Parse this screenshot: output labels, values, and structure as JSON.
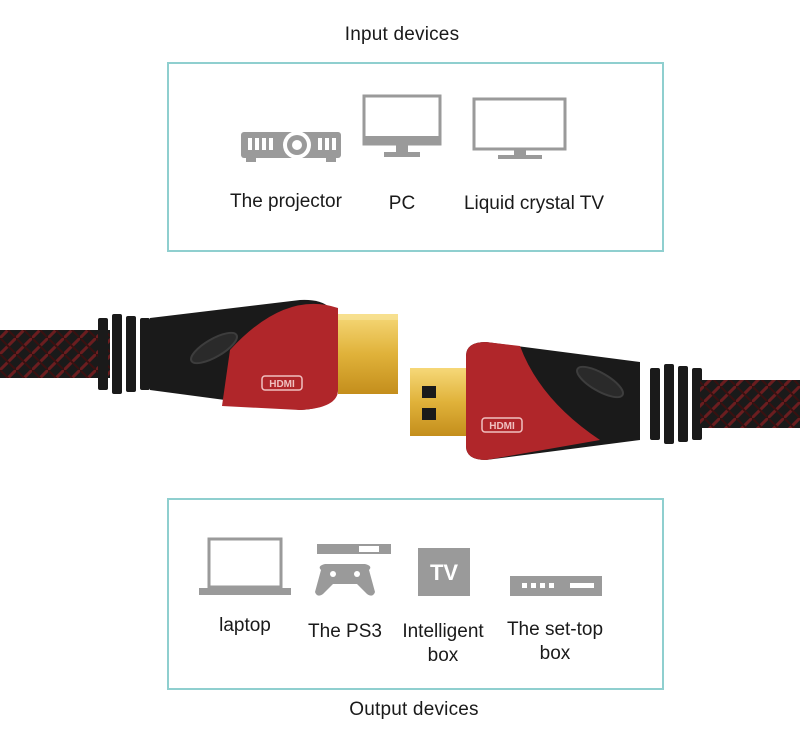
{
  "input_section": {
    "title": "Input devices",
    "devices": [
      {
        "label": "The projector",
        "icon": "projector-icon"
      },
      {
        "label": "PC",
        "icon": "monitor-icon"
      },
      {
        "label": "Liquid crystal TV",
        "icon": "tv-icon"
      }
    ]
  },
  "output_section": {
    "title": "Output devices",
    "devices": [
      {
        "label": "laptop",
        "icon": "laptop-icon"
      },
      {
        "label": "The PS3",
        "icon": "gamepad-icon"
      },
      {
        "label_line1": "Intelligent",
        "label_line2": "box",
        "icon": "smart-box-icon",
        "badge": "TV"
      },
      {
        "label_line1": "The set-top",
        "label_line2": "box",
        "icon": "set-top-box-icon"
      }
    ]
  },
  "cable": {
    "connector_logo": "HDMI",
    "colors": {
      "accent": "#b0262a",
      "body": "#1a1a1a",
      "plug": "#e0b23a",
      "frame": "#8fcfcf",
      "icon": "#9a9a9a"
    }
  }
}
